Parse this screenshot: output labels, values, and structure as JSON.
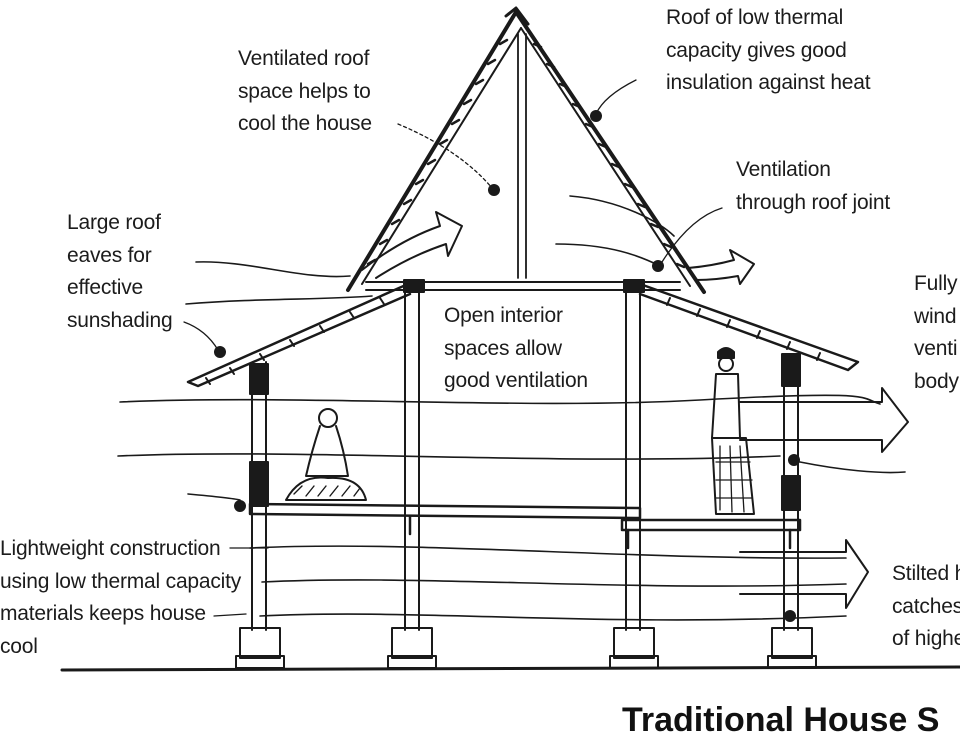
{
  "labels": {
    "ventilated_roof_space": [
      "Ventilated roof",
      "space helps to",
      "cool the house"
    ],
    "roof_low_thermal": [
      "Roof of low thermal",
      "capacity gives good",
      "insulation against heat"
    ],
    "ventilation_roof_joint": [
      "Ventilation",
      "through roof joint"
    ],
    "large_roof_eaves": [
      "Large roof",
      "eaves for",
      "effective",
      "sunshading"
    ],
    "open_interior": [
      "Open interior",
      "spaces allow",
      "good ventilation"
    ],
    "fully_windows_partial": [
      "Fully",
      "wind",
      "venti",
      "body"
    ],
    "lightweight_construction": [
      "Lightweight construction",
      "using low thermal capacity",
      "materials keeps house",
      "cool"
    ],
    "stilted_partial": [
      "Stilted h",
      "catches",
      "of highe"
    ]
  },
  "caption": "Traditional House S"
}
